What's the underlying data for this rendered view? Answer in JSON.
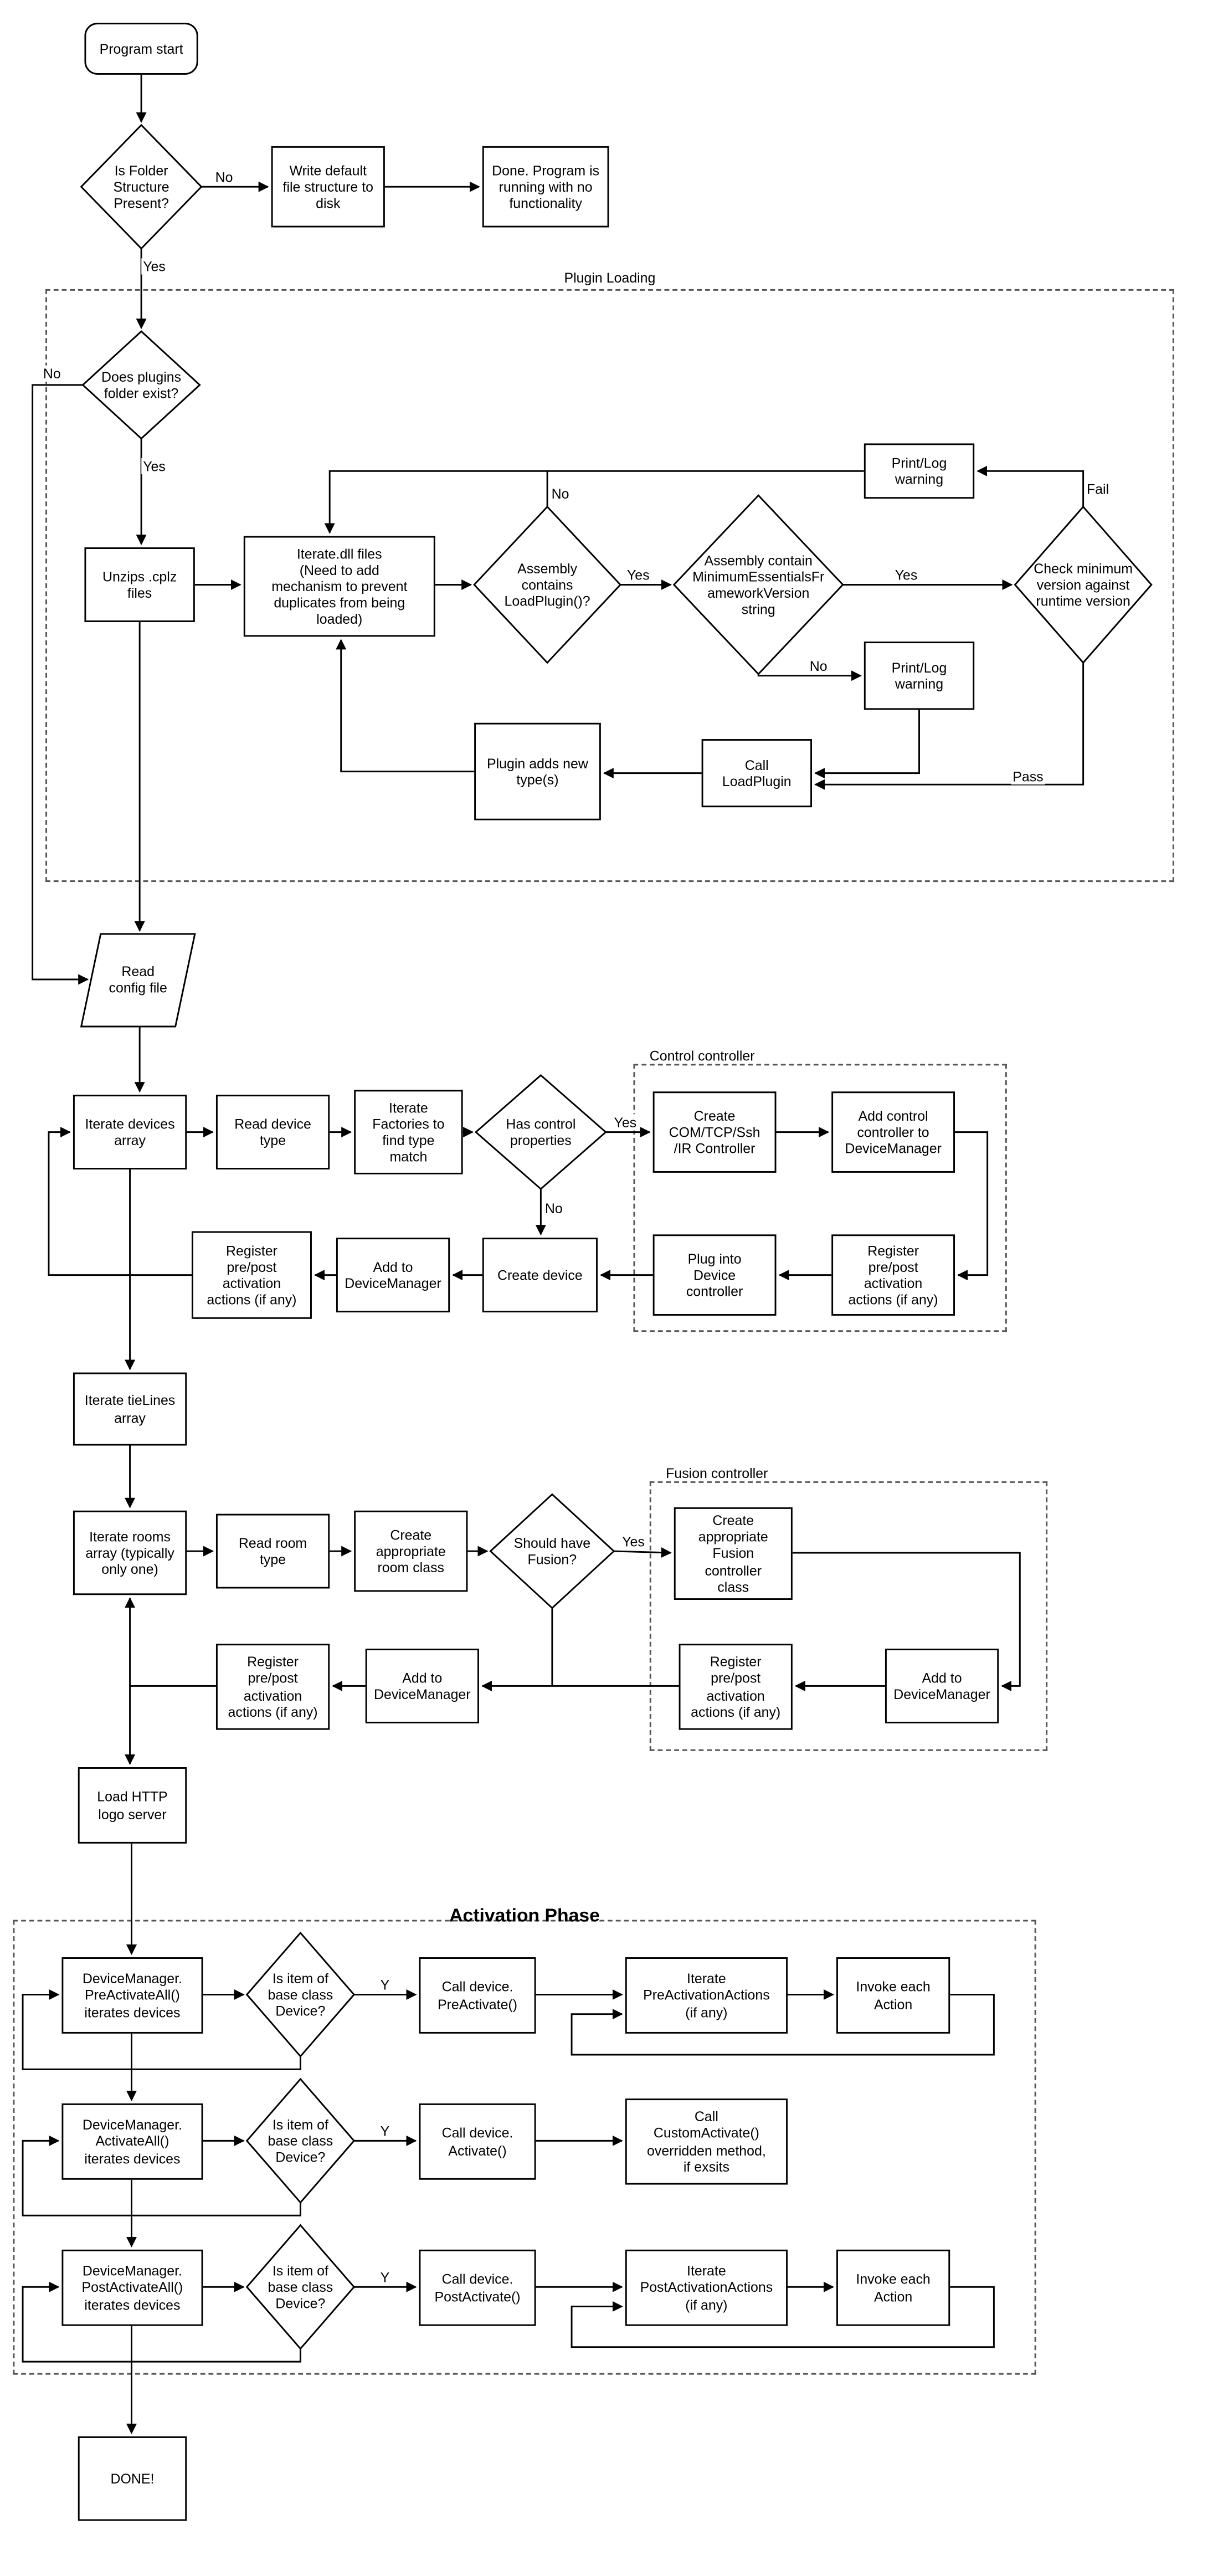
{
  "diagram": {
    "groups": {
      "plugin_loading": "Plugin Loading",
      "control_controller": "Control controller",
      "fusion_controller": "Fusion controller",
      "activation_phase": "Activation Phase"
    },
    "nodes": {
      "program_start": "Program start",
      "is_folder_structure": "Is Folder\nStructure\nPresent?",
      "write_default": "Write default\nfile structure to\ndisk",
      "done_no_functionality": "Done.  Program is\nrunning with no\nfunctionality",
      "does_plugins_folder_exist": "Does plugins\nfolder exist?",
      "unzips_cplz": "Unzips .cplz\nfiles",
      "iterate_dll": "Iterate.dll files\n(Need to add\nmechanism to prevent\nduplicates from being\nloaded)",
      "assembly_contains_loadplugin": "Assembly\ncontains\nLoadPlugin()?",
      "assembly_contains_minversion": "Assembly contain\nMinimumEssentialsFr\nameworkVersion\nstring",
      "check_minimum_version": "Check minimum\nversion against\nruntime version",
      "print_log_warning_fail": "Print/Log\nwarning",
      "print_log_warning_no": "Print/Log\nwarning",
      "call_loadplugin": "Call\nLoadPlugin",
      "plugin_adds_new_types": "Plugin adds new\ntype(s)",
      "read_config_file": "Read\nconfig file",
      "iterate_devices_array": "Iterate devices\narray",
      "read_device_type": "Read device\ntype",
      "iterate_factories": "Iterate\nFactories to\nfind type\nmatch",
      "has_control_properties": "Has control\nproperties",
      "create_com_controller": "Create\nCOM/TCP/Ssh\n/IR Controller",
      "add_control_controller": "Add control\ncontroller to\nDeviceManager",
      "register_actions_control": "Register\npre/post\nactivation\nactions (if any)",
      "plug_into_device_controller": "Plug into\nDevice\ncontroller",
      "create_device": "Create device",
      "add_to_devicemanager_device": "Add to\nDeviceManager",
      "register_actions_device": "Register\npre/post\nactivation\nactions (if any)",
      "iterate_tielines_array": "Iterate tieLines\narray",
      "iterate_rooms_array": "Iterate rooms\narray (typically\nonly one)",
      "read_room_type": "Read room\ntype",
      "create_room_class": "Create\nappropriate\nroom class",
      "should_have_fusion": "Should have\nFusion?",
      "create_fusion_controller": "Create\nappropriate\nFusion\ncontroller\nclass",
      "add_to_devicemanager_fusion": "Add to\nDeviceManager",
      "register_actions_fusion": "Register\npre/post\nactivation\nactions (if any)",
      "add_to_devicemanager_room": "Add to\nDeviceManager",
      "register_actions_room": "Register\npre/post\nactivation\nactions (if any)",
      "load_http_logo_server": "Load HTTP\nlogo server",
      "dm_preactivateall": "DeviceManager.\nPreActivateAll()\niterates devices",
      "is_base_class_device_1": "Is item of\nbase class\nDevice?",
      "call_device_preactivate": "Call device.\nPreActivate()",
      "iterate_preactivationactions": "Iterate\nPreActivationActions\n(if any)",
      "invoke_each_action_1": "Invoke each\nAction",
      "dm_activateall": "DeviceManager.\nActivateAll()\niterates devices",
      "is_base_class_device_2": "Is item of\nbase class\nDevice?",
      "call_device_activate": "Call device.\nActivate()",
      "call_customactivate": "Call\nCustomActivate()\noverridden method,\nif exsits",
      "dm_postactivateall": "DeviceManager.\nPostActivateAll()\niterates devices",
      "is_base_class_device_3": "Is item of\nbase class\nDevice?",
      "call_device_postactivate": "Call device.\nPostActivate()",
      "iterate_postactivationactions": "Iterate\nPostActivationActions\n(if any)",
      "invoke_each_action_2": "Invoke each\nAction",
      "done": "DONE!"
    },
    "edge_labels": {
      "folder_no": "No",
      "folder_yes": "Yes",
      "plugins_no": "No",
      "plugins_yes": "Yes",
      "loadplugin_no": "No",
      "loadplugin_yes": "Yes",
      "minversion_yes": "Yes",
      "minversion_no": "No",
      "check_fail": "Fail",
      "check_pass": "Pass",
      "control_yes": "Yes",
      "control_no": "No",
      "fusion_yes": "Yes",
      "preactivate_y": "Y",
      "activate_y": "Y",
      "postactivate_y": "Y"
    }
  }
}
